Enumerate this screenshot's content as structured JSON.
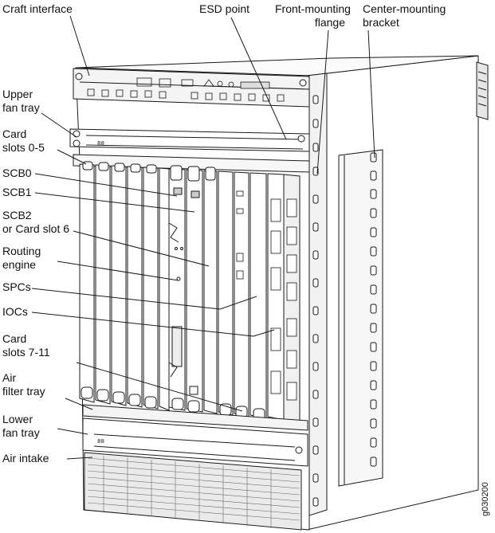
{
  "figure_id": "g030200",
  "labels": {
    "craft_interface": "Craft interface",
    "esd_point": "ESD point",
    "front_mounting_flange": [
      "Front-mounting",
      "flange"
    ],
    "center_mounting_bracket": [
      "Center-mounting",
      "bracket"
    ],
    "upper_fan_tray": [
      "Upper",
      "fan tray"
    ],
    "card_slots_0_5": [
      "Card",
      "slots 0-5"
    ],
    "scb0": "SCB0",
    "scb1": "SCB1",
    "scb2": [
      "SCB2",
      "or Card slot 6"
    ],
    "routing_engine": [
      "Routing",
      "engine"
    ],
    "spcs": "SPCs",
    "iocs": "IOCs",
    "card_slots_7_11": [
      "Card",
      "slots 7-11"
    ],
    "air_filter_tray": [
      "Air",
      "filter tray"
    ],
    "lower_fan_tray": [
      "Lower",
      "fan tray"
    ],
    "air_intake": "Air intake"
  },
  "colors": {
    "line": "#1a1a1a",
    "panel": "#f4f4f4",
    "shade": "#d9d9d9",
    "dark": "#8a8a8a"
  }
}
